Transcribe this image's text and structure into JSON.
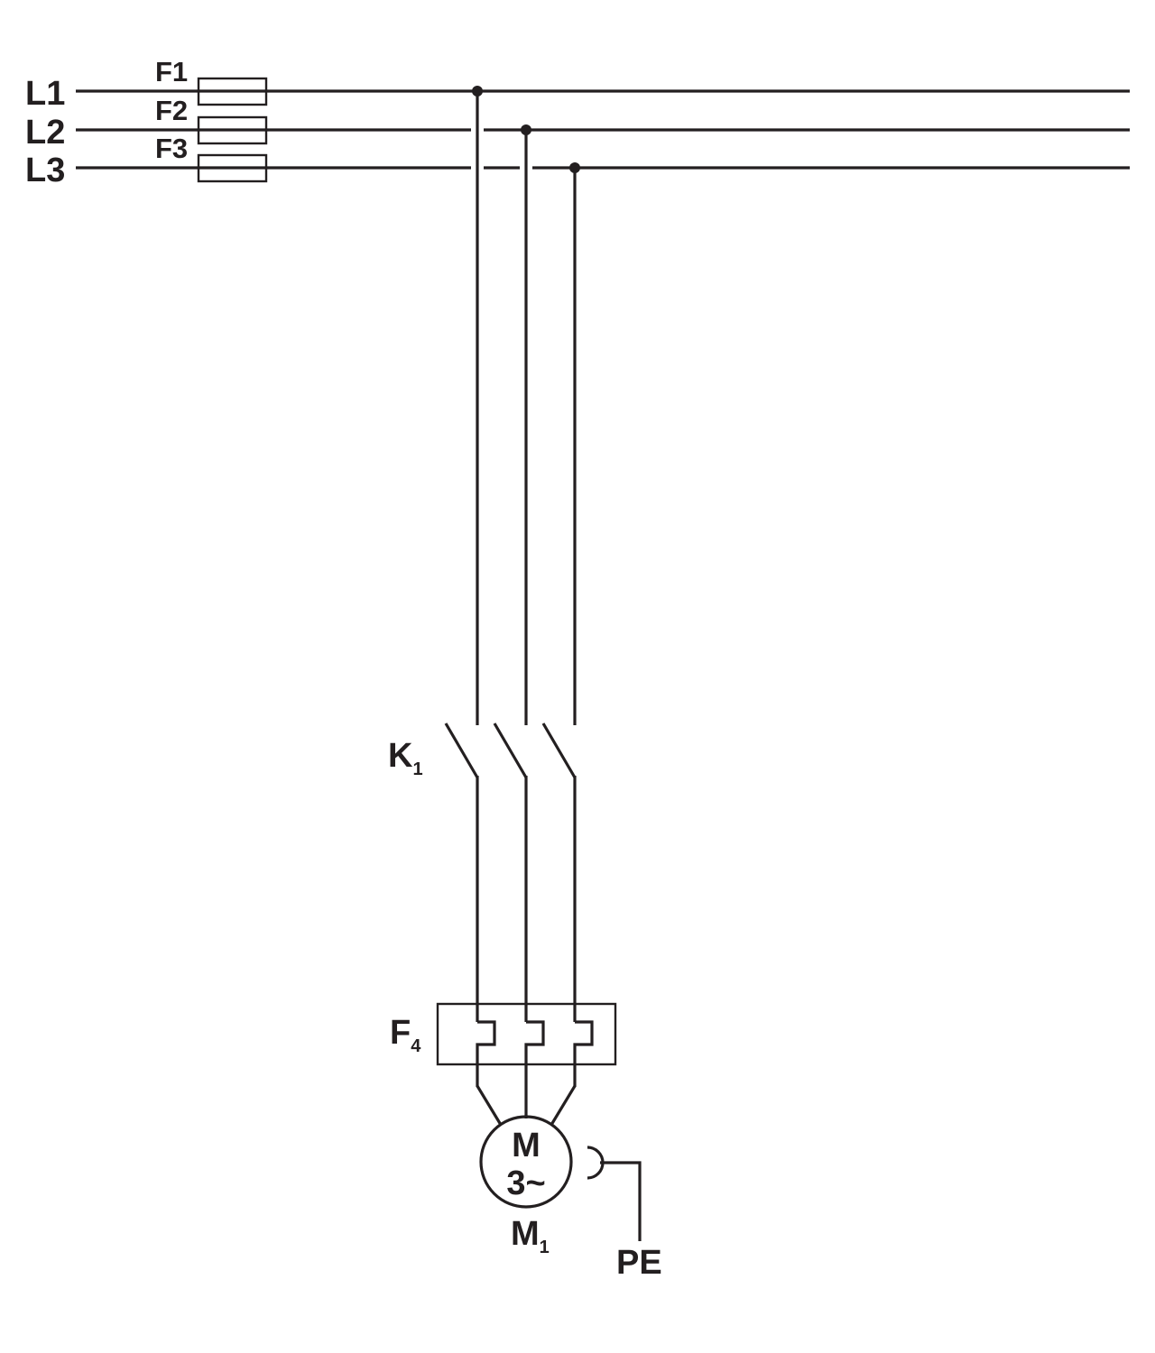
{
  "lines": {
    "l1": "L1",
    "l2": "L2",
    "l3": "L3"
  },
  "fuses": {
    "f1": "F1",
    "f2": "F2",
    "f3": "F3"
  },
  "contactor": {
    "letter": "K",
    "index": "1"
  },
  "overload_relay": {
    "letter": "F",
    "index": "4"
  },
  "motor": {
    "symbol_top": "M",
    "symbol_bottom": "3~",
    "letter": "M",
    "index": "1"
  },
  "earth": {
    "label": "PE"
  },
  "colors": {
    "ink": "#231f20",
    "background": "#ffffff"
  }
}
